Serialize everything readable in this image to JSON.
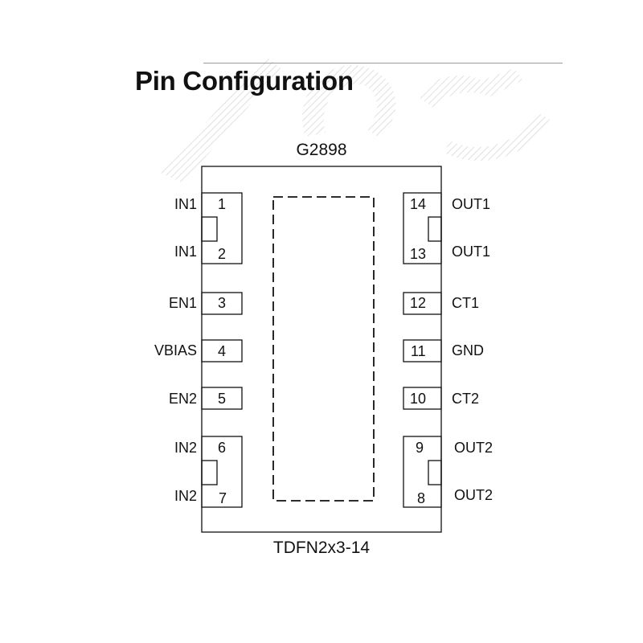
{
  "title": "Pin Configuration",
  "chip": {
    "part_number": "G2898",
    "package": "TDFN2x3-14"
  },
  "pins": [
    {
      "number": "1",
      "name": "IN1"
    },
    {
      "number": "2",
      "name": "IN1"
    },
    {
      "number": "3",
      "name": "EN1"
    },
    {
      "number": "4",
      "name": "VBIAS"
    },
    {
      "number": "5",
      "name": "EN2"
    },
    {
      "number": "6",
      "name": "IN2"
    },
    {
      "number": "7",
      "name": "IN2"
    },
    {
      "number": "8",
      "name": "OUT2"
    },
    {
      "number": "9",
      "name": "OUT2"
    },
    {
      "number": "10",
      "name": "CT2"
    },
    {
      "number": "11",
      "name": "GND"
    },
    {
      "number": "12",
      "name": "CT1"
    },
    {
      "number": "13",
      "name": "OUT1"
    },
    {
      "number": "14",
      "name": "OUT1"
    }
  ],
  "colors": {
    "line": "#111111",
    "watermark": "#cfcfcf"
  }
}
